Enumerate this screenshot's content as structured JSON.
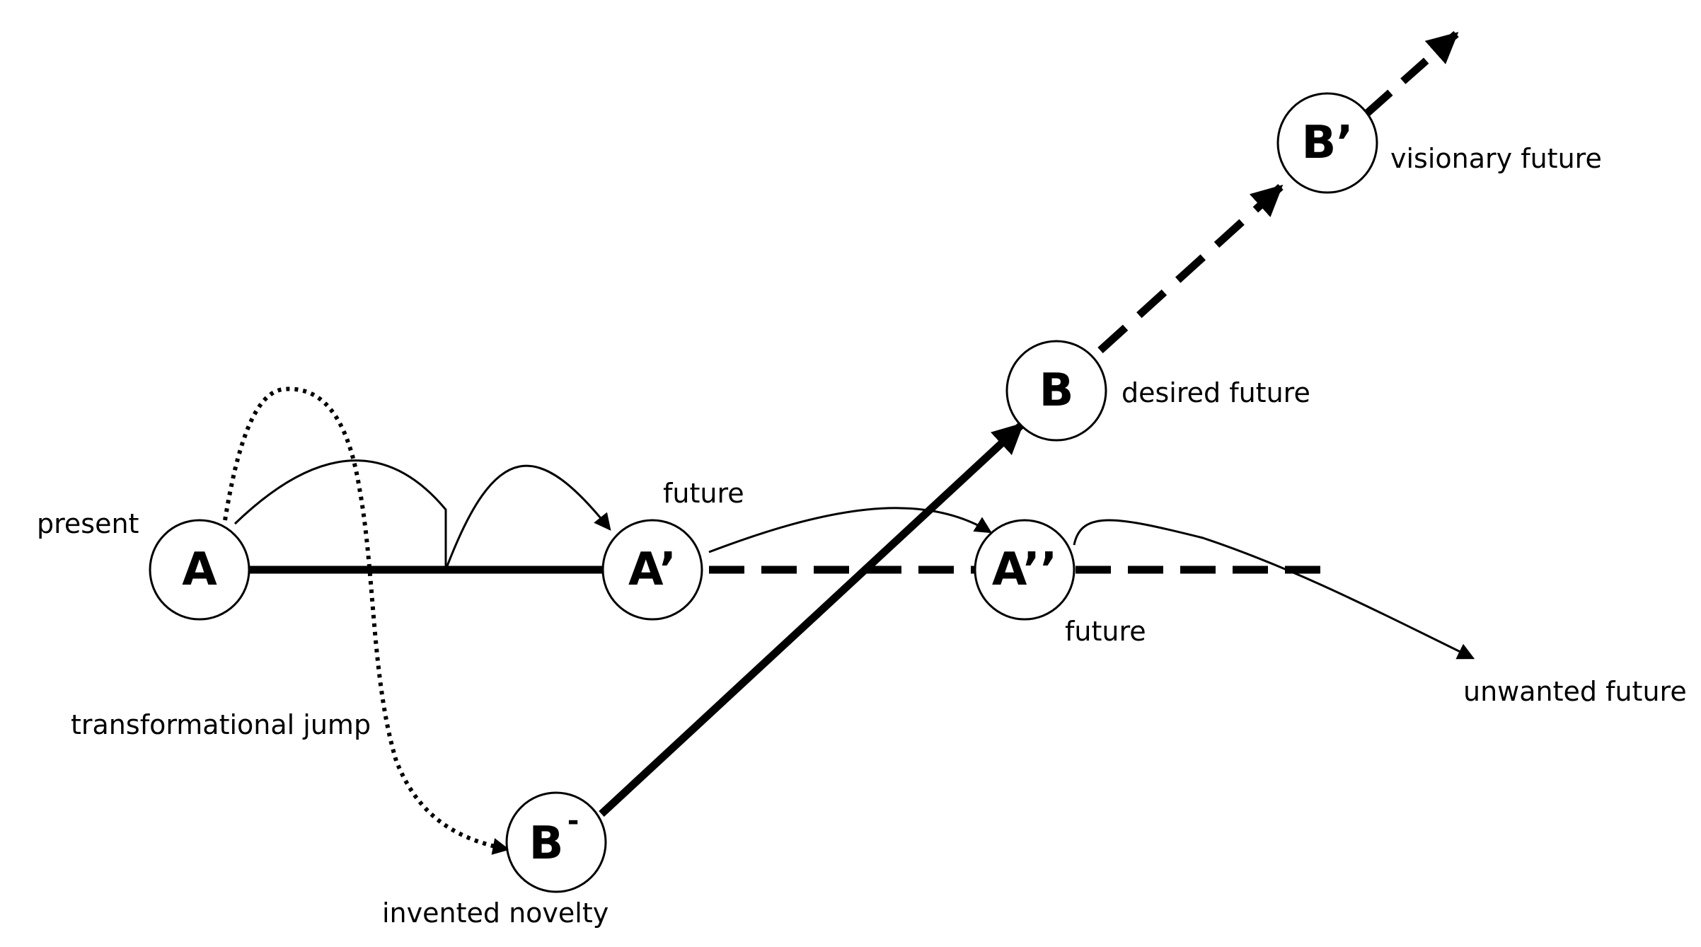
{
  "diagram": {
    "nodes": {
      "a": {
        "label": "A"
      },
      "a_prime": {
        "label": "A’"
      },
      "a_double_prime": {
        "label": "A’’"
      },
      "b": {
        "label": "B"
      },
      "b_prime": {
        "label": "B’"
      },
      "b_minus": {
        "label": "B",
        "superscript": "-"
      }
    },
    "labels": {
      "present": "present",
      "future_upper": "future",
      "future_lower": "future",
      "desired_future": "desired future",
      "visionary_future": "visionary future",
      "unwanted_future": "unwanted future",
      "transformational_jump": "transformational jump",
      "invented_novelty": "invented novelty"
    }
  }
}
